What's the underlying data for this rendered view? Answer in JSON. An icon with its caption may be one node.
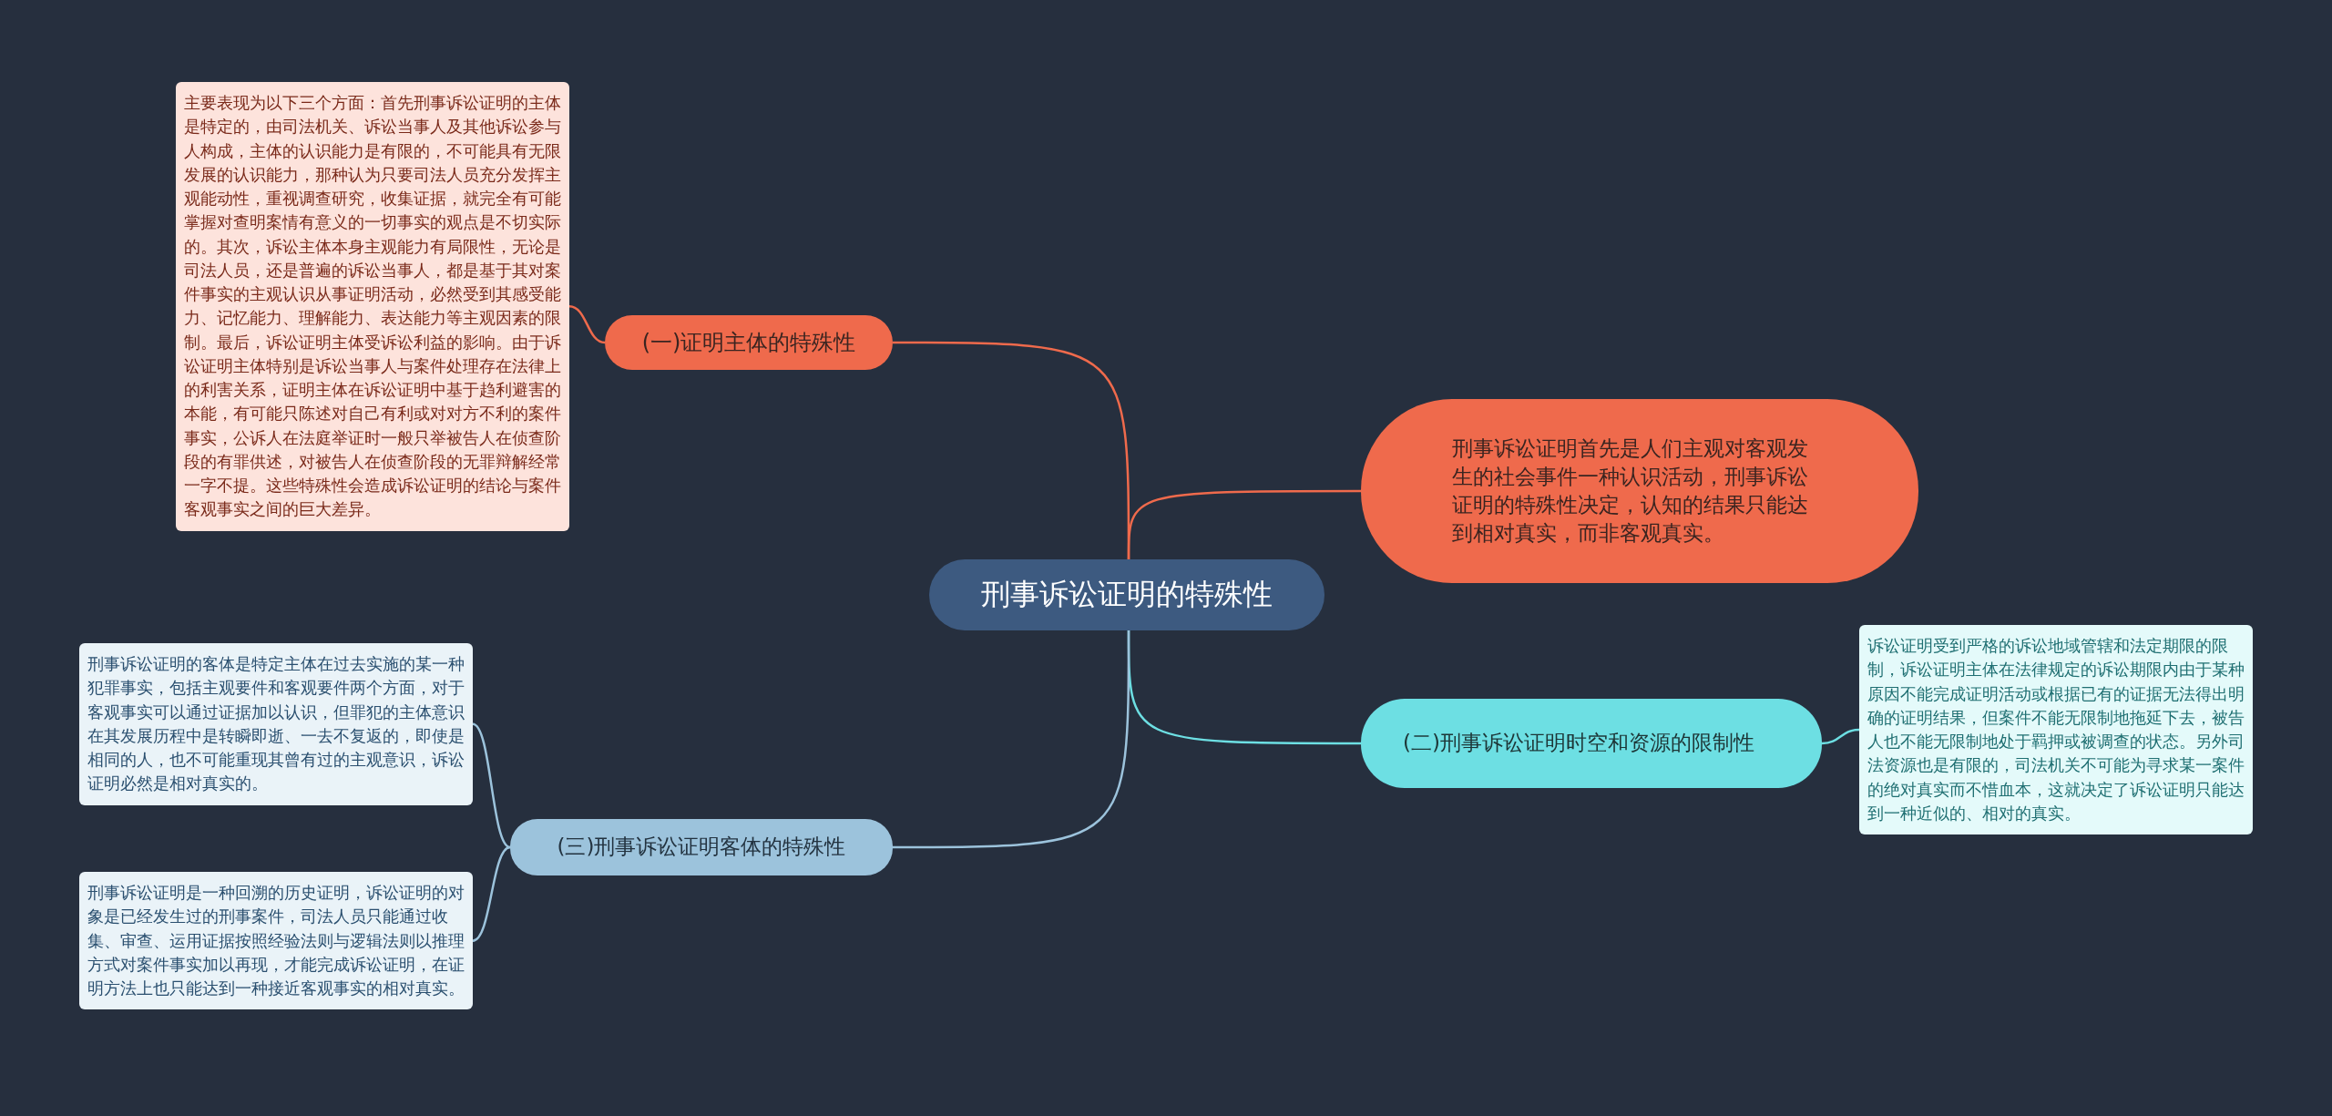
{
  "diagram": {
    "nodes": [
      {
        "text": [
          "刑事诉讼证明的特殊性"
        ]
      },
      {
        "text": [
          "(一)证明主体的特殊性"
        ]
      },
      {
        "text": [
          "主要表现为以下三个方面：首先刑事诉讼证明的主体是特定的，由司法机关、诉讼当事人及其他诉讼参与人构成，主体的认识能力是有限的，不可能具有无限发展的认识能力，那种认为只要司法人员充分发挥主观能动性，重视调查研究，收集证据，就完全有可能掌握对查明案情有意义的一切事实的观点是不切实际的。其次，诉讼主体本身主观能力有局限性，无论是司法人员，还是普遍的诉讼当事人，都是基于其对案件事实的主观认识从事证明活动，必然受到其感受能力、记忆能力、理解能力、表达能力等主观因素的限制。最后，诉讼证明主体受诉讼利益的影响。由于诉讼证明主体特别是诉讼当事人与案件处理存在法律上的利害关系，证明主体在诉讼证明中基于趋利避害的本能，有可能只陈述对自己有利或对对方不利的案件事实，公诉人在法庭举证时一般只举被告人在侦查阶段的有罪供述，对被告人在侦查阶段的无罪辩解经常一字不提。这些特殊性会造成诉讼证明的结论与案件客观事实之间的巨大差异。"
        ]
      },
      {
        "text": [
          "刑事诉讼证明首先是人们主观对客观发生的社会事件一种认识活动，刑事诉讼证明的特殊性决定，认知的结果只能达到相对真实，而非客观真实。"
        ]
      },
      {
        "text": [
          "(二)刑事诉讼证明时空和资源的限制性"
        ]
      },
      {
        "text": [
          "诉讼证明受到严格的诉讼地域管辖和法定期限的限制，诉讼证明主体在法律规定的诉讼期限内由于某种原因不能完成证明活动或根据已有的证据无法得出明确的证明结果，但案件不能无限制地拖延下去，被告人也不能无限制地处于羁押或被调查的状态。另外司法资源也是有限的，司法机关不可能为寻求某一案件的绝对真实而不惜血本，这就决定了诉讼证明只能达到一种近似的、相对的真实。"
        ]
      },
      {
        "text": [
          "(三)刑事诉讼证明客体的特殊性"
        ]
      },
      {
        "text": [
          "刑事诉讼证明的客体是特定主体在过去实施的某一种犯罪事实，包括主观要件和客观要件两个方面，对于客观事实可以通过证据加以认识，但罪犯的主体意识在其发展历程中是转瞬即逝、一去不复返的，即使是相同的人，也不可能重现其曾有过的主观意识，诉讼证明必然是相对真实的。"
        ]
      },
      {
        "text": [
          "刑事诉讼证明是一种回溯的历史证明，诉讼证明的对象是已经发生过的刑事案件，司法人员只能通过收集、审查、运用证据按照经验法则与逻辑法则以推理方式对案件事实加以再现，才能完成诉讼证明，在证明方法上也只能达到一种接近客观事实的相对真实。"
        ]
      }
    ],
    "edges": [
      {
        "from": 0,
        "to": 1,
        "arrow": "none",
        "color": "#ef6a4c"
      },
      {
        "from": 1,
        "to": 2,
        "arrow": "none",
        "color": "#ef6a4c"
      },
      {
        "from": 0,
        "to": 3,
        "arrow": "none",
        "color": "#ef6a4c"
      },
      {
        "from": 0,
        "to": 4,
        "arrow": "none",
        "color": "#6ddfe3"
      },
      {
        "from": 4,
        "to": 5,
        "arrow": "none",
        "color": "#6ddfe3"
      },
      {
        "from": 0,
        "to": 6,
        "arrow": "none",
        "color": "#9cc3dc"
      },
      {
        "from": 6,
        "to": 7,
        "arrow": "none",
        "color": "#9cc3dc"
      },
      {
        "from": 6,
        "to": 8,
        "arrow": "none",
        "color": "#9cc3dc"
      }
    ]
  }
}
